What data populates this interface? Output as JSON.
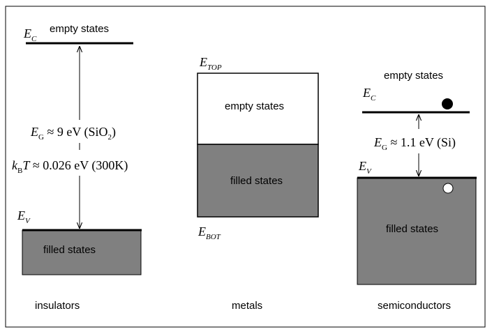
{
  "columns": {
    "insulators": {
      "caption": "insulators",
      "ec": {
        "main": "E",
        "sub": "C"
      },
      "ev": {
        "main": "E",
        "sub": "V"
      },
      "empty_label": "empty states",
      "filled_label": "filled states",
      "gap": {
        "main": "E",
        "sub": "G",
        "rest": " ≈ 9 eV (SiO",
        "sub2": "2",
        "tail": ")"
      },
      "thermal": {
        "main": "k",
        "sub": "B",
        "var": "T",
        "rest": " ≈ 0.026 eV (300K)"
      }
    },
    "metals": {
      "caption": "metals",
      "etop": {
        "main": "E",
        "sub": "TOP"
      },
      "ebot": {
        "main": "E",
        "sub": "BOT"
      },
      "empty_label": "empty states",
      "filled_label": "filled states"
    },
    "semiconductors": {
      "caption": "semiconductors",
      "ec": {
        "main": "E",
        "sub": "C"
      },
      "ev": {
        "main": "E",
        "sub": "V"
      },
      "empty_label": "empty states",
      "filled_label": "filled states",
      "gap": {
        "main": "E",
        "sub": "G",
        "rest": " ≈ 1.1 eV (Si)"
      }
    }
  },
  "colors": {
    "filled": "#808080",
    "line": "#000000",
    "background": "#ffffff",
    "electron": "#000000",
    "hole": "#ffffff"
  }
}
